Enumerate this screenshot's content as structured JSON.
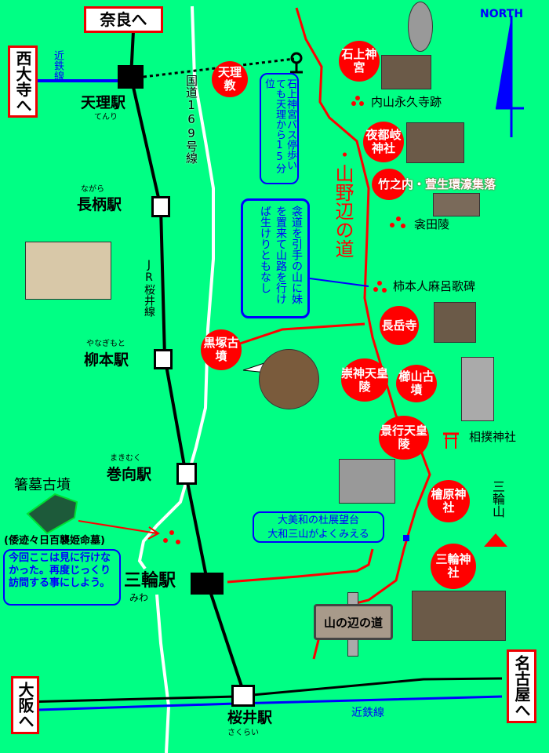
{
  "title": "山野辺の道",
  "compass": {
    "label": "NORTH"
  },
  "destinations": {
    "nara": "奈良へ",
    "saidaiji": "西大寺へ",
    "osaka": "大阪へ",
    "nagoya": "名古屋へ"
  },
  "lines": {
    "kintetsu_top": "近鉄線",
    "kintetsu_bottom": "近鉄線",
    "jr": "JR桜井線",
    "route169": "国道169号線"
  },
  "stations": [
    {
      "name": "天理駅",
      "kana": "てんり"
    },
    {
      "name": "長柄駅",
      "kana": "ながら"
    },
    {
      "name": "柳本駅",
      "kana": "やなぎもと"
    },
    {
      "name": "巻向駅",
      "kana": "まきむく"
    },
    {
      "name": "三輪駅",
      "kana": "みわ"
    },
    {
      "name": "桜井駅",
      "kana": "さくらい"
    }
  ],
  "sites": {
    "tenrikyo": "天理教",
    "isonokami": "石上神宮",
    "uchiyama": "内山永久寺跡",
    "yatogi": "夜都岐神社",
    "takenouchi": "竹之内・萱生環濠集落",
    "fusumada": "衾田陵",
    "hitomaro": "柿本人麻呂歌碑",
    "chogakuji": "長岳寺",
    "kurozuka": "黒塚古墳",
    "sujin": "崇神天皇陵",
    "kushiyama": "櫛山古墳",
    "sumo": "相撲神社",
    "keiko": "景行天皇陵",
    "hibara": "檜原神社",
    "miwayama": "三輪山",
    "miwa_shrine": "三輪神社",
    "hashihaka": "箸墓古墳",
    "hashihaka_sub": "(倭迹々日百襲姫命墓)",
    "signboard": "山の辺の道"
  },
  "notes": {
    "bus": "石上神宮バス停歩いても天理から15分位",
    "poem": "衾道を引手の山に妹を置来て山路を行けば生けりともなし",
    "hashihaka": "今回ここは見に行けなかった。再度じっくり訪問する事にしよう。",
    "observatory_line1": "大美和の杜展望台",
    "observatory_line2": "大和三山がよくみえる"
  },
  "route_label": "・山野辺の道"
}
